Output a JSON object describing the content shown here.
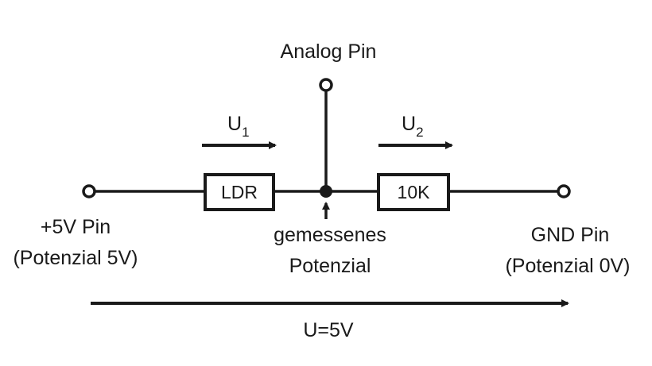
{
  "diagram": {
    "analog_label": "Analog Pin",
    "u1_main": "U",
    "u1_sub": "1",
    "u2_main": "U",
    "u2_sub": "2",
    "ldr_label": "LDR",
    "r_label": "10K",
    "left_line1": "+5V Pin",
    "left_line2": "(Potenzial 5V)",
    "gnd_line1": "GND Pin",
    "gnd_line2": "(Potenzial 0V)",
    "mid_line1": "gemessenes",
    "mid_line2": "Potenzial",
    "total_label": "U=5V"
  }
}
